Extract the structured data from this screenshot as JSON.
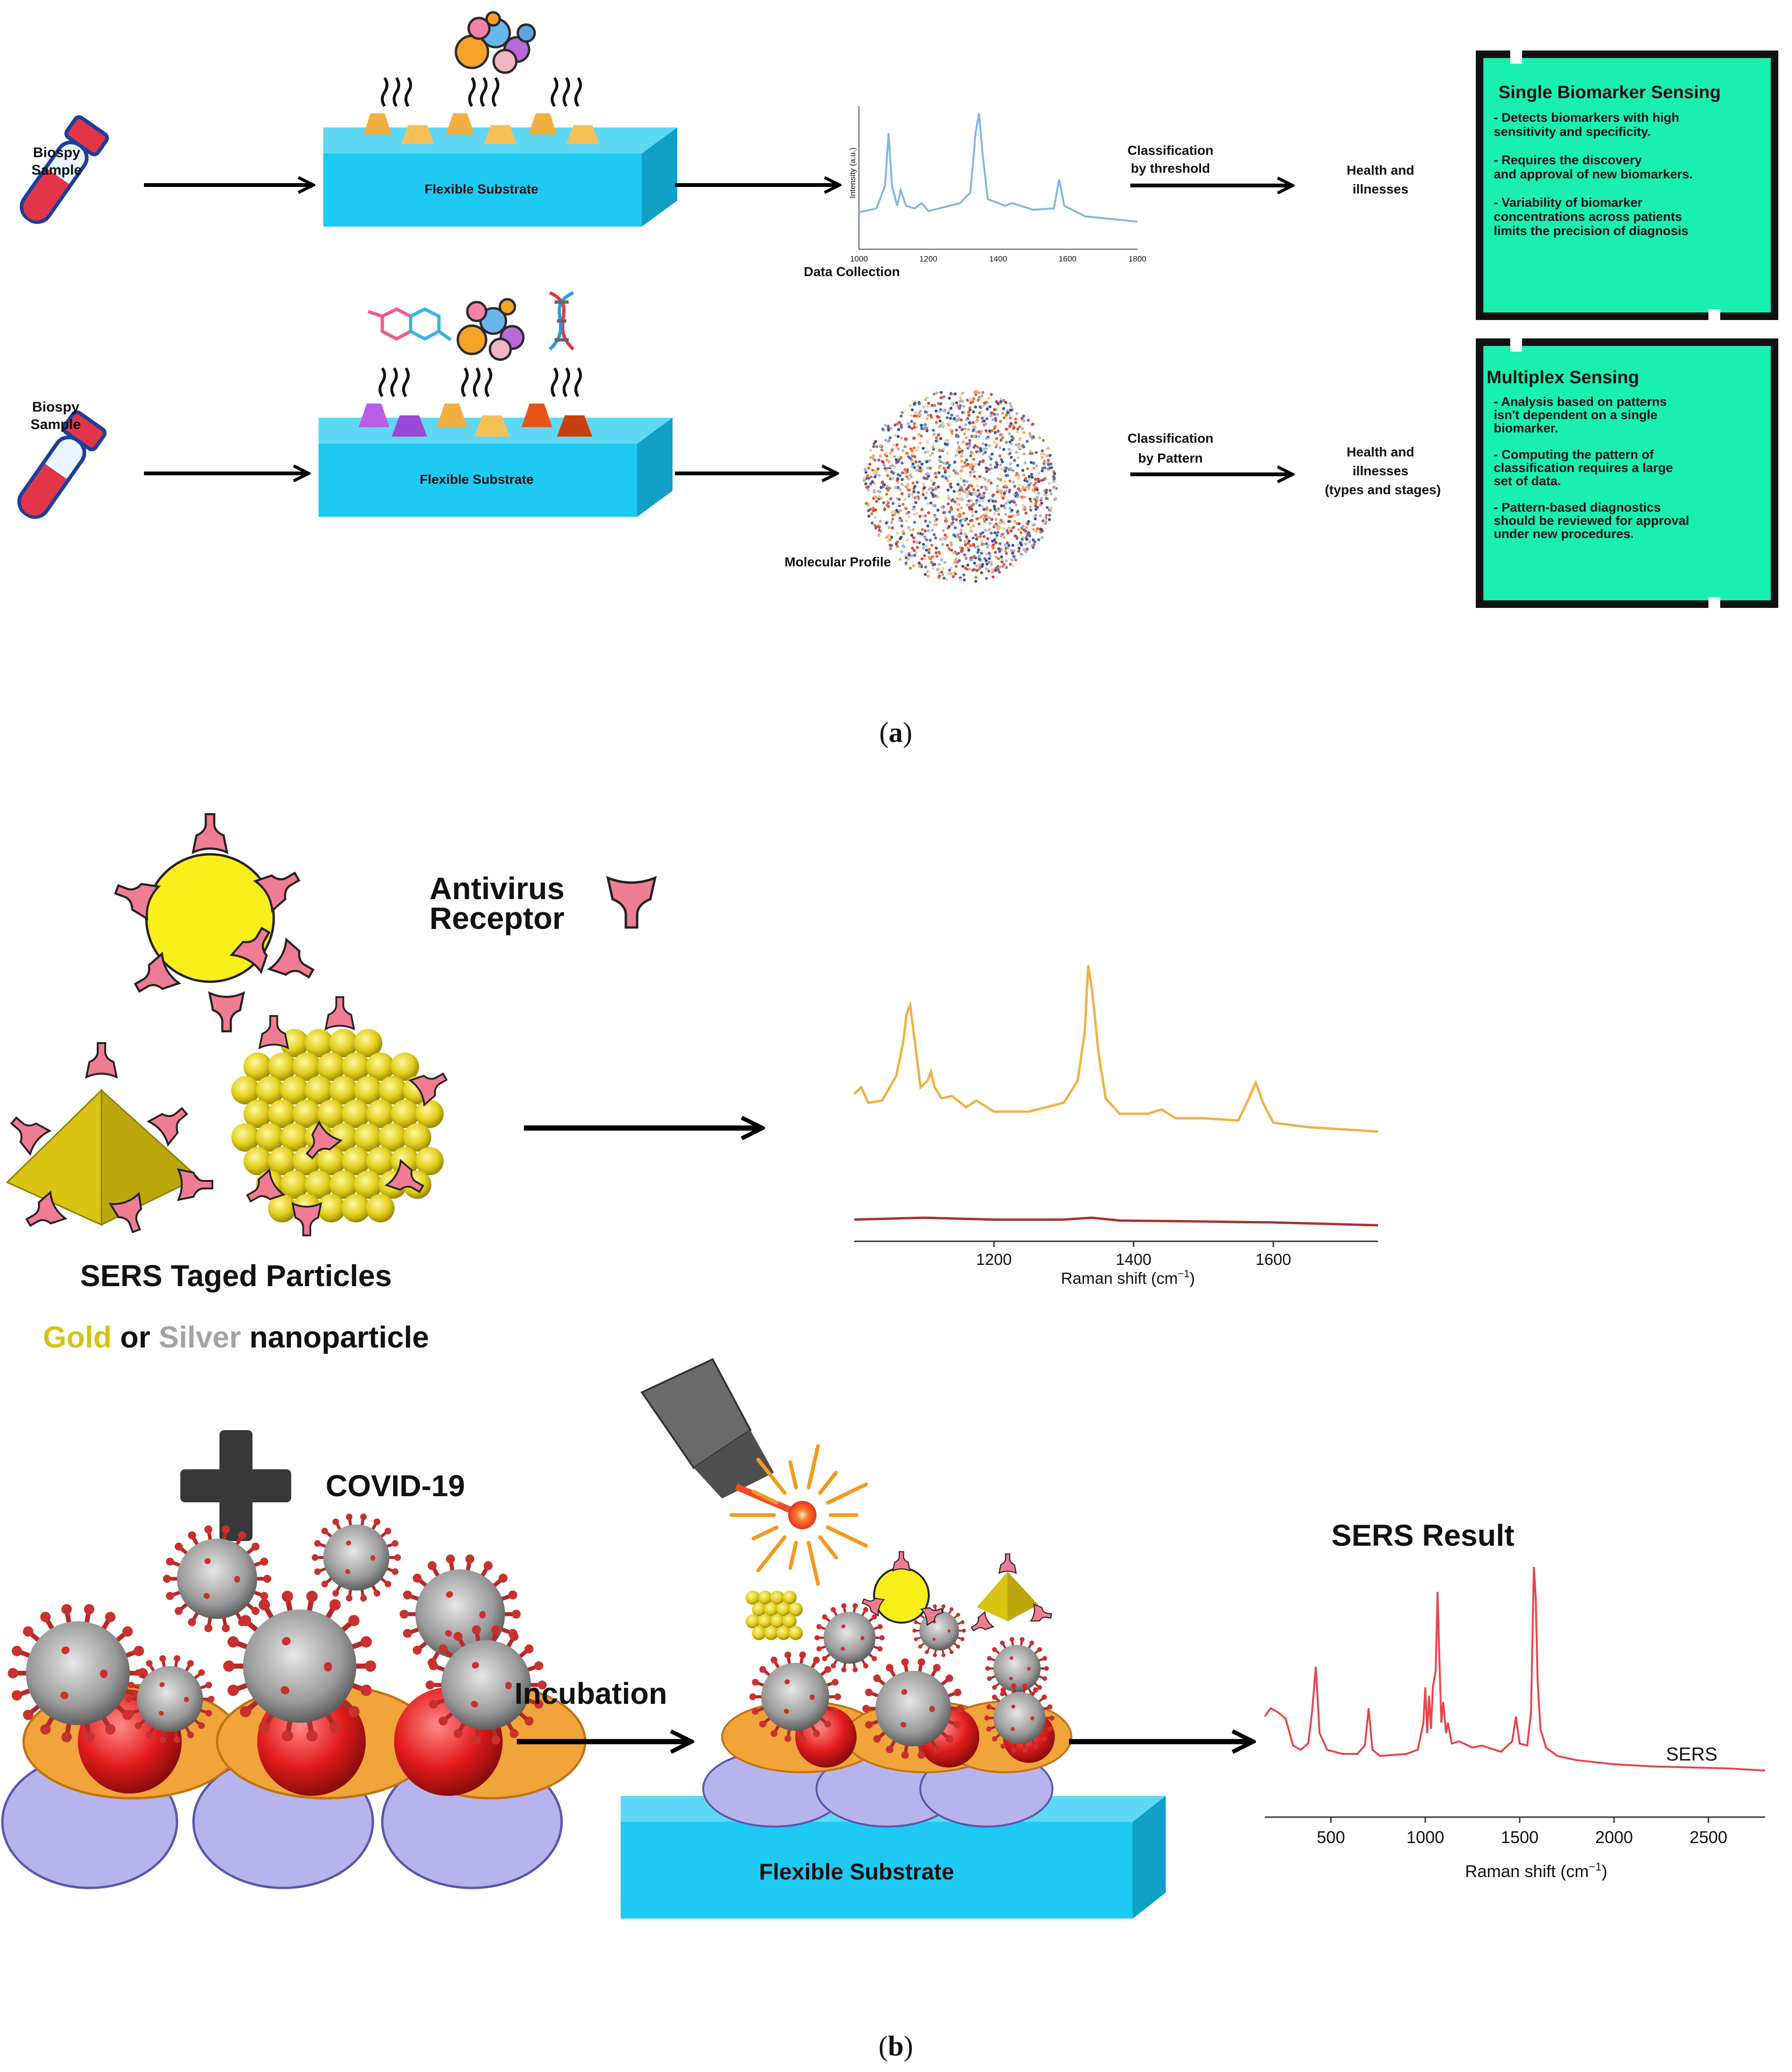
{
  "panel_a": {
    "row1": {
      "sample_label_1": "Biospy",
      "sample_label_2": "Sample",
      "substrate_label": "Flexible Substrate",
      "data_label": "Data Collection",
      "classification_1": "Classification",
      "classification_2": "by threshold",
      "outcome_1": "Health and",
      "outcome_2": "illnesses",
      "box_title": "Single Biomarker Sensing",
      "box_lines": [
        "- Detects biomarkers with high",
        "sensitivity and specificity.",
        "",
        "- Requires the discovery",
        "and approval of new biomarkers.",
        "",
        "- Variability of biomarker",
        "concentrations across patients",
        "limits the precision of diagnosis"
      ]
    },
    "row2": {
      "sample_label_1": "Biospy",
      "sample_label_2": "Sample",
      "substrate_label": "Flexible Substrate",
      "profile_label": "Molecular Profile",
      "classification_1": "Classification",
      "classification_2": "by Pattern",
      "outcome_1": "Health and",
      "outcome_2": "illnesses",
      "outcome_3": "(types and stages)",
      "box_title": "Multiplex Sensing",
      "box_lines": [
        "- Analysis based on patterns",
        "isn't dependent on a single",
        "biomarker.",
        "",
        "- Computing the pattern of",
        "classification requires a large",
        "set of data.",
        "",
        "- Pattern-based diagnostics",
        "should be reviewed for approval",
        "under new procedures."
      ]
    },
    "mini_chart": {
      "ylabel": "Intensity (a.u.)",
      "ticks": [
        "1000",
        "1200",
        "1400",
        "1600",
        "1800"
      ],
      "line_color": "#7fb6e6"
    },
    "caption_open": "(",
    "caption_letter": "a",
    "caption_close": ")"
  },
  "panel_b": {
    "receptor_label_1": "Antivirus",
    "receptor_label_2": "Receptor",
    "particles_title": "SERS Taged Particles",
    "np_gold": "Gold",
    "np_or": " or ",
    "np_silver": "Silver",
    "np_rest": " nanoparticle",
    "virus_label": "COVID-19",
    "incubation_label": "Incubation",
    "substrate_label": "Flexible Substrate",
    "result_title": "SERS Result",
    "caption_open": "(",
    "caption_letter": "b",
    "caption_close": ")",
    "colors": {
      "gold": "#d4c21a",
      "silver": "#a3a3a3",
      "substrate": "#18c6f0",
      "receptor": "#f07c93",
      "box_green": "#19f0b0"
    }
  },
  "chart_data": [
    {
      "type": "line",
      "title": "",
      "xlabel": "Raman shift (cm-1)",
      "ylabel": "",
      "xlim": [
        1000,
        1750
      ],
      "xticks": [
        "1200",
        "1400",
        "1600"
      ],
      "grid": false,
      "series": [
        {
          "color": "#f2b040",
          "x": [
            1000,
            1010,
            1020,
            1040,
            1060,
            1070,
            1075,
            1080,
            1085,
            1095,
            1105,
            1110,
            1115,
            1125,
            1140,
            1160,
            1175,
            1185,
            1200,
            1250,
            1300,
            1320,
            1330,
            1335,
            1340,
            1350,
            1360,
            1380,
            1420,
            1440,
            1460,
            1500,
            1550,
            1565,
            1575,
            1585,
            1600,
            1650,
            1700,
            1750
          ],
          "y": [
            0.42,
            0.45,
            0.38,
            0.39,
            0.5,
            0.65,
            0.78,
            0.82,
            0.7,
            0.45,
            0.48,
            0.52,
            0.45,
            0.4,
            0.41,
            0.36,
            0.39,
            0.37,
            0.34,
            0.34,
            0.38,
            0.48,
            0.7,
            1.0,
            0.9,
            0.6,
            0.4,
            0.33,
            0.33,
            0.35,
            0.31,
            0.31,
            0.3,
            0.4,
            0.47,
            0.38,
            0.29,
            0.27,
            0.26,
            0.25
          ]
        },
        {
          "color": "#a93232",
          "x": [
            1000,
            1100,
            1200,
            1300,
            1340,
            1380,
            1500,
            1600,
            1750
          ],
          "y": [
            0.08,
            0.1,
            0.08,
            0.08,
            0.1,
            0.07,
            0.06,
            0.05,
            0.02
          ]
        }
      ]
    },
    {
      "type": "line",
      "title": "SERS Result",
      "xlabel": "Raman shift (cm-1)",
      "ylabel": "",
      "xlim": [
        150,
        2800
      ],
      "xticks": [
        "500",
        "1000",
        "1500",
        "2000",
        "2500"
      ],
      "grid": false,
      "series": [
        {
          "name": "SERS",
          "color": "#e8444a",
          "x": [
            150,
            180,
            220,
            260,
            300,
            340,
            380,
            400,
            420,
            440,
            480,
            560,
            640,
            680,
            700,
            720,
            760,
            900,
            960,
            990,
            1000,
            1010,
            1020,
            1030,
            1040,
            1055,
            1065,
            1075,
            1085,
            1095,
            1110,
            1120,
            1140,
            1180,
            1250,
            1300,
            1400,
            1460,
            1480,
            1500,
            1540,
            1560,
            1575,
            1585,
            1595,
            1610,
            1640,
            1700,
            1800,
            2000,
            2200,
            2400,
            2600,
            2800
          ],
          "y": [
            0.28,
            0.32,
            0.3,
            0.27,
            0.14,
            0.12,
            0.15,
            0.3,
            0.52,
            0.2,
            0.12,
            0.1,
            0.1,
            0.14,
            0.32,
            0.12,
            0.09,
            0.1,
            0.12,
            0.25,
            0.42,
            0.2,
            0.38,
            0.22,
            0.42,
            0.5,
            0.88,
            0.55,
            0.25,
            0.35,
            0.2,
            0.25,
            0.15,
            0.16,
            0.13,
            0.14,
            0.11,
            0.16,
            0.28,
            0.15,
            0.14,
            0.3,
            1.0,
            0.85,
            0.45,
            0.22,
            0.13,
            0.09,
            0.07,
            0.05,
            0.04,
            0.035,
            0.03,
            0.02
          ]
        }
      ]
    }
  ]
}
